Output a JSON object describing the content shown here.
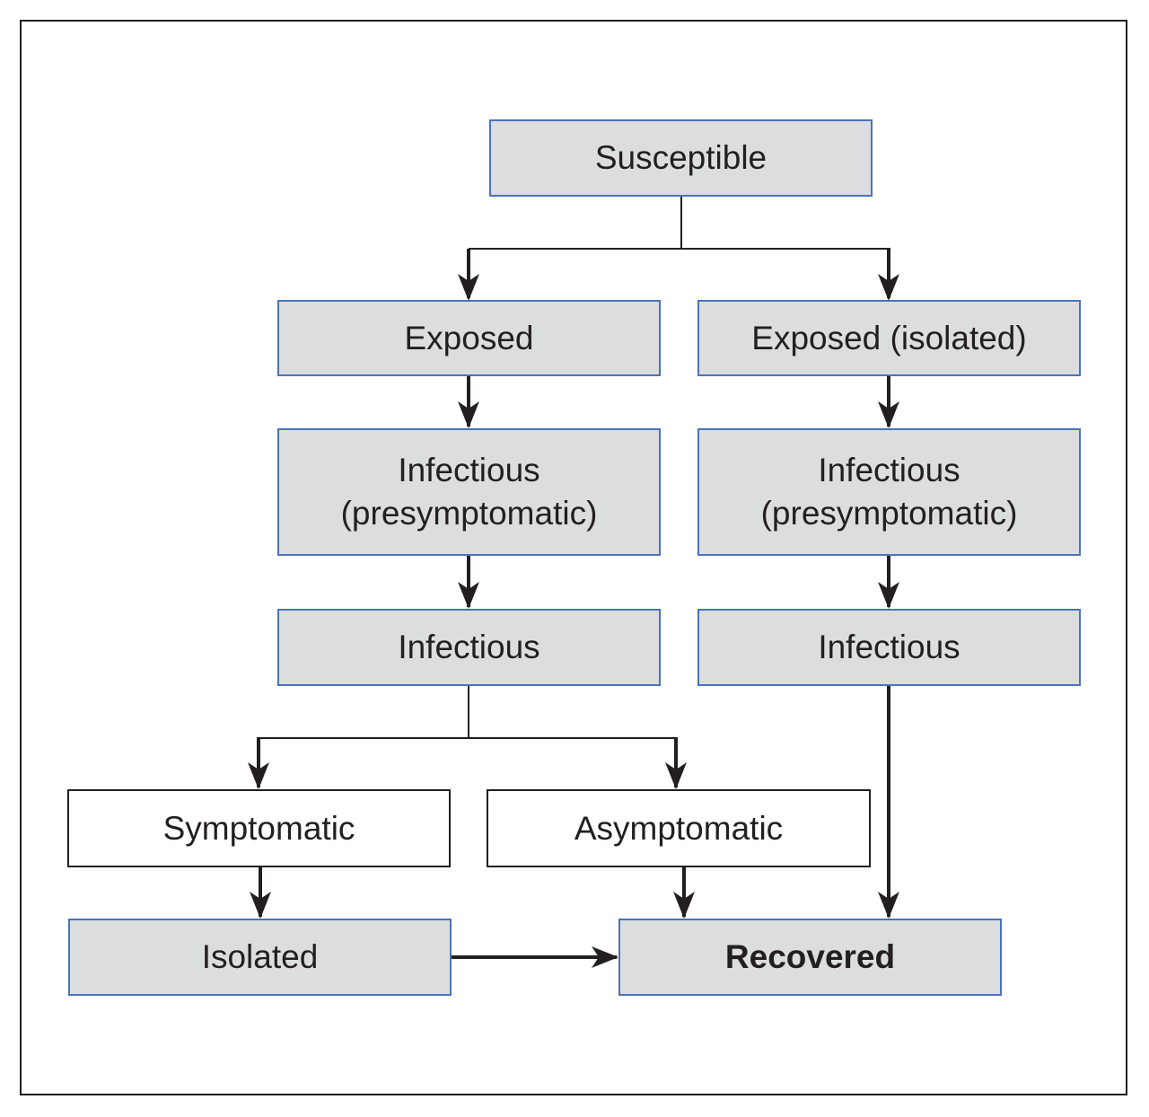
{
  "diagram": {
    "nodes": {
      "susceptible": "Susceptible",
      "exposed": "Exposed",
      "exposed_isolated": "Exposed (isolated)",
      "infectious_presymptomatic_left": "Infectious\n(presymptomatic)",
      "infectious_presymptomatic_right": "Infectious\n(presymptomatic)",
      "infectious_left": "Infectious",
      "infectious_right": "Infectious",
      "symptomatic": "Symptomatic",
      "asymptomatic": "Asymptomatic",
      "isolated": "Isolated",
      "recovered": "Recovered"
    },
    "edges": [
      {
        "from": "Susceptible",
        "to": "Exposed"
      },
      {
        "from": "Susceptible",
        "to": "Exposed (isolated)"
      },
      {
        "from": "Exposed",
        "to": "Infectious (presymptomatic)"
      },
      {
        "from": "Exposed (isolated)",
        "to": "Infectious (presymptomatic)"
      },
      {
        "from": "Infectious (presymptomatic)",
        "to": "Infectious"
      },
      {
        "from": "Infectious (presymptomatic)",
        "to": "Infectious"
      },
      {
        "from": "Infectious",
        "to": "Symptomatic"
      },
      {
        "from": "Infectious",
        "to": "Asymptomatic"
      },
      {
        "from": "Symptomatic",
        "to": "Isolated"
      },
      {
        "from": "Asymptomatic",
        "to": "Recovered"
      },
      {
        "from": "Isolated",
        "to": "Recovered"
      },
      {
        "from": "Infectious",
        "to": "Recovered"
      }
    ],
    "colors": {
      "box_fill": "#dcdddf",
      "box_border": "#4a74b8",
      "plain_border": "#231f20",
      "arrow": "#231f20"
    }
  }
}
